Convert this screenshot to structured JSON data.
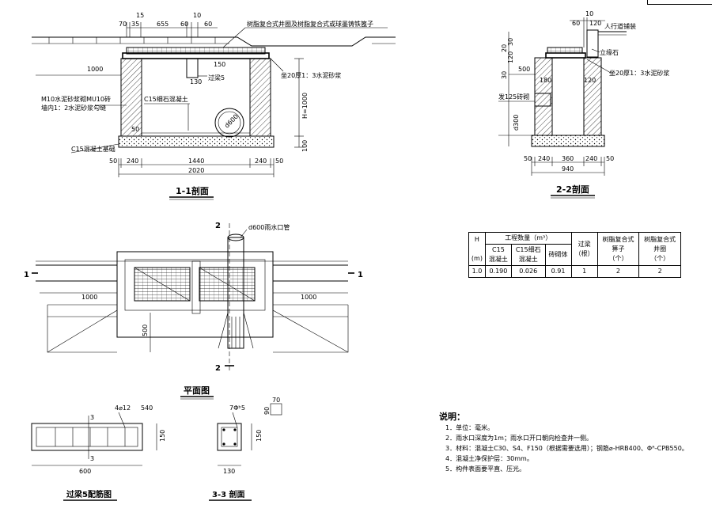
{
  "section_1_1": {
    "title": "1-1剖面",
    "top_dims": [
      "70",
      "15",
      "35",
      "655",
      "60",
      "10",
      "60"
    ],
    "callout_cover": "树脂复合式井圈及树脂复合式或球墨铸铁篦子",
    "label_pipe_level": "1000",
    "label_wall": "M10水泥砂浆砌MU10砖",
    "label_wall_2": "墙内1：2水泥砂浆勾缝",
    "label_fill": "C15细石混凝土",
    "label_lintel": "过梁5",
    "label_mortar": "坐20厚1：3水泥砂浆",
    "label_h": "H=1000",
    "label_base": "C15混凝土基础",
    "dim_150": "150",
    "dim_130": "130",
    "dim_50": "50",
    "dim_100": "100",
    "pipe_label": "d600",
    "bottom_dims": [
      "50",
      "240",
      "1440",
      "240",
      "50"
    ],
    "total_width": "2020"
  },
  "section_2_2": {
    "title": "2-2剖面",
    "top_dims": [
      "10",
      "60",
      "120"
    ],
    "label_paving": "人行道铺装",
    "label_curb": "立缘石",
    "label_mortar": "坐20厚1：3水泥砂浆",
    "left_dims": [
      "30",
      "20",
      "120",
      "500",
      "30",
      "180",
      "120"
    ],
    "label_brick": "发125砖砌",
    "label_d300": "d300",
    "bottom_dims": [
      "50",
      "240",
      "360",
      "240",
      "50"
    ],
    "total_width": "940"
  },
  "plan": {
    "title": "平面图",
    "pipe_label": "d600雨水口管",
    "cut_1": "1",
    "cut_2": "2",
    "dim_left": "1000",
    "dim_right": "1000",
    "dim_500": "500"
  },
  "lintel_rebar": {
    "title": "过梁5配筋图",
    "rebar_label": "4⌀12",
    "dim_540": "540",
    "label_3": "3",
    "dim_150": "150",
    "dim_600": "600"
  },
  "section_3_3": {
    "title": "3-3 剖面",
    "rebar_label": "7Φᵇ5",
    "dim_150": "150",
    "dim_130": "130",
    "dim_70": "70",
    "dim_90": "90"
  },
  "quantity_table": {
    "col_h": "H",
    "col_h_unit": "(m)",
    "col_group": "工程数量（m³）",
    "col_c15": "C15",
    "col_c15_b": "混凝土",
    "col_c15_fine": "C15细石",
    "col_c15_fine_b": "混凝土",
    "col_brick": "砖砌体",
    "col_lintel": "过梁",
    "col_lintel_unit": "（根）",
    "col_grate": "树脂复合式",
    "col_grate_b": "箅子",
    "col_grate_unit": "（个）",
    "col_ring": "树脂复合式",
    "col_ring_b": "井圈",
    "col_ring_unit": "（个）",
    "row": [
      "1.0",
      "0.190",
      "0.026",
      "0.91",
      "1",
      "2",
      "2"
    ]
  },
  "notes": {
    "title": "说明：",
    "items": [
      "1．单位：毫米。",
      "2．雨水口深度为1m；雨水口开口朝向检查井一侧。",
      "3．材料：混凝土C30、S4、F150（根据需要选用）；钢筋⌀-HRB400、Φᴿ-CPB550。",
      "4．混凝土净保护层：30mm。",
      "5．构件表面要平直、压光。"
    ]
  }
}
